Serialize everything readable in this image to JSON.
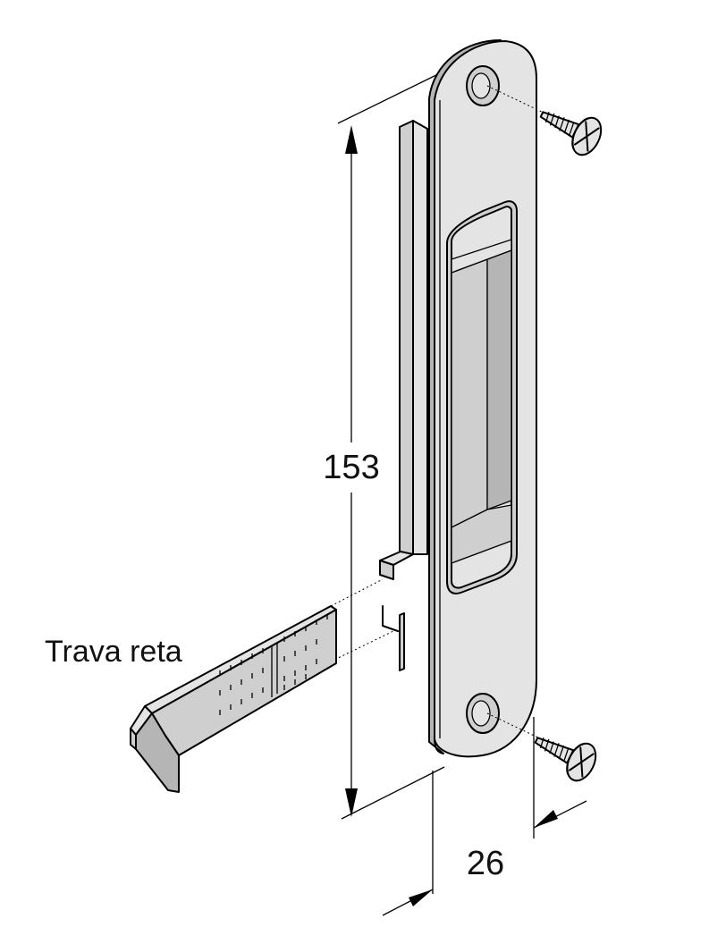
{
  "labels": {
    "height_dimension": "153",
    "width_dimension": "26",
    "part_label": "Trava reta"
  },
  "colors": {
    "line": "#000000",
    "surface_light": "#e4e4e4",
    "surface_mid": "#cfcfcf",
    "surface_dark": "#b5b5b5"
  }
}
